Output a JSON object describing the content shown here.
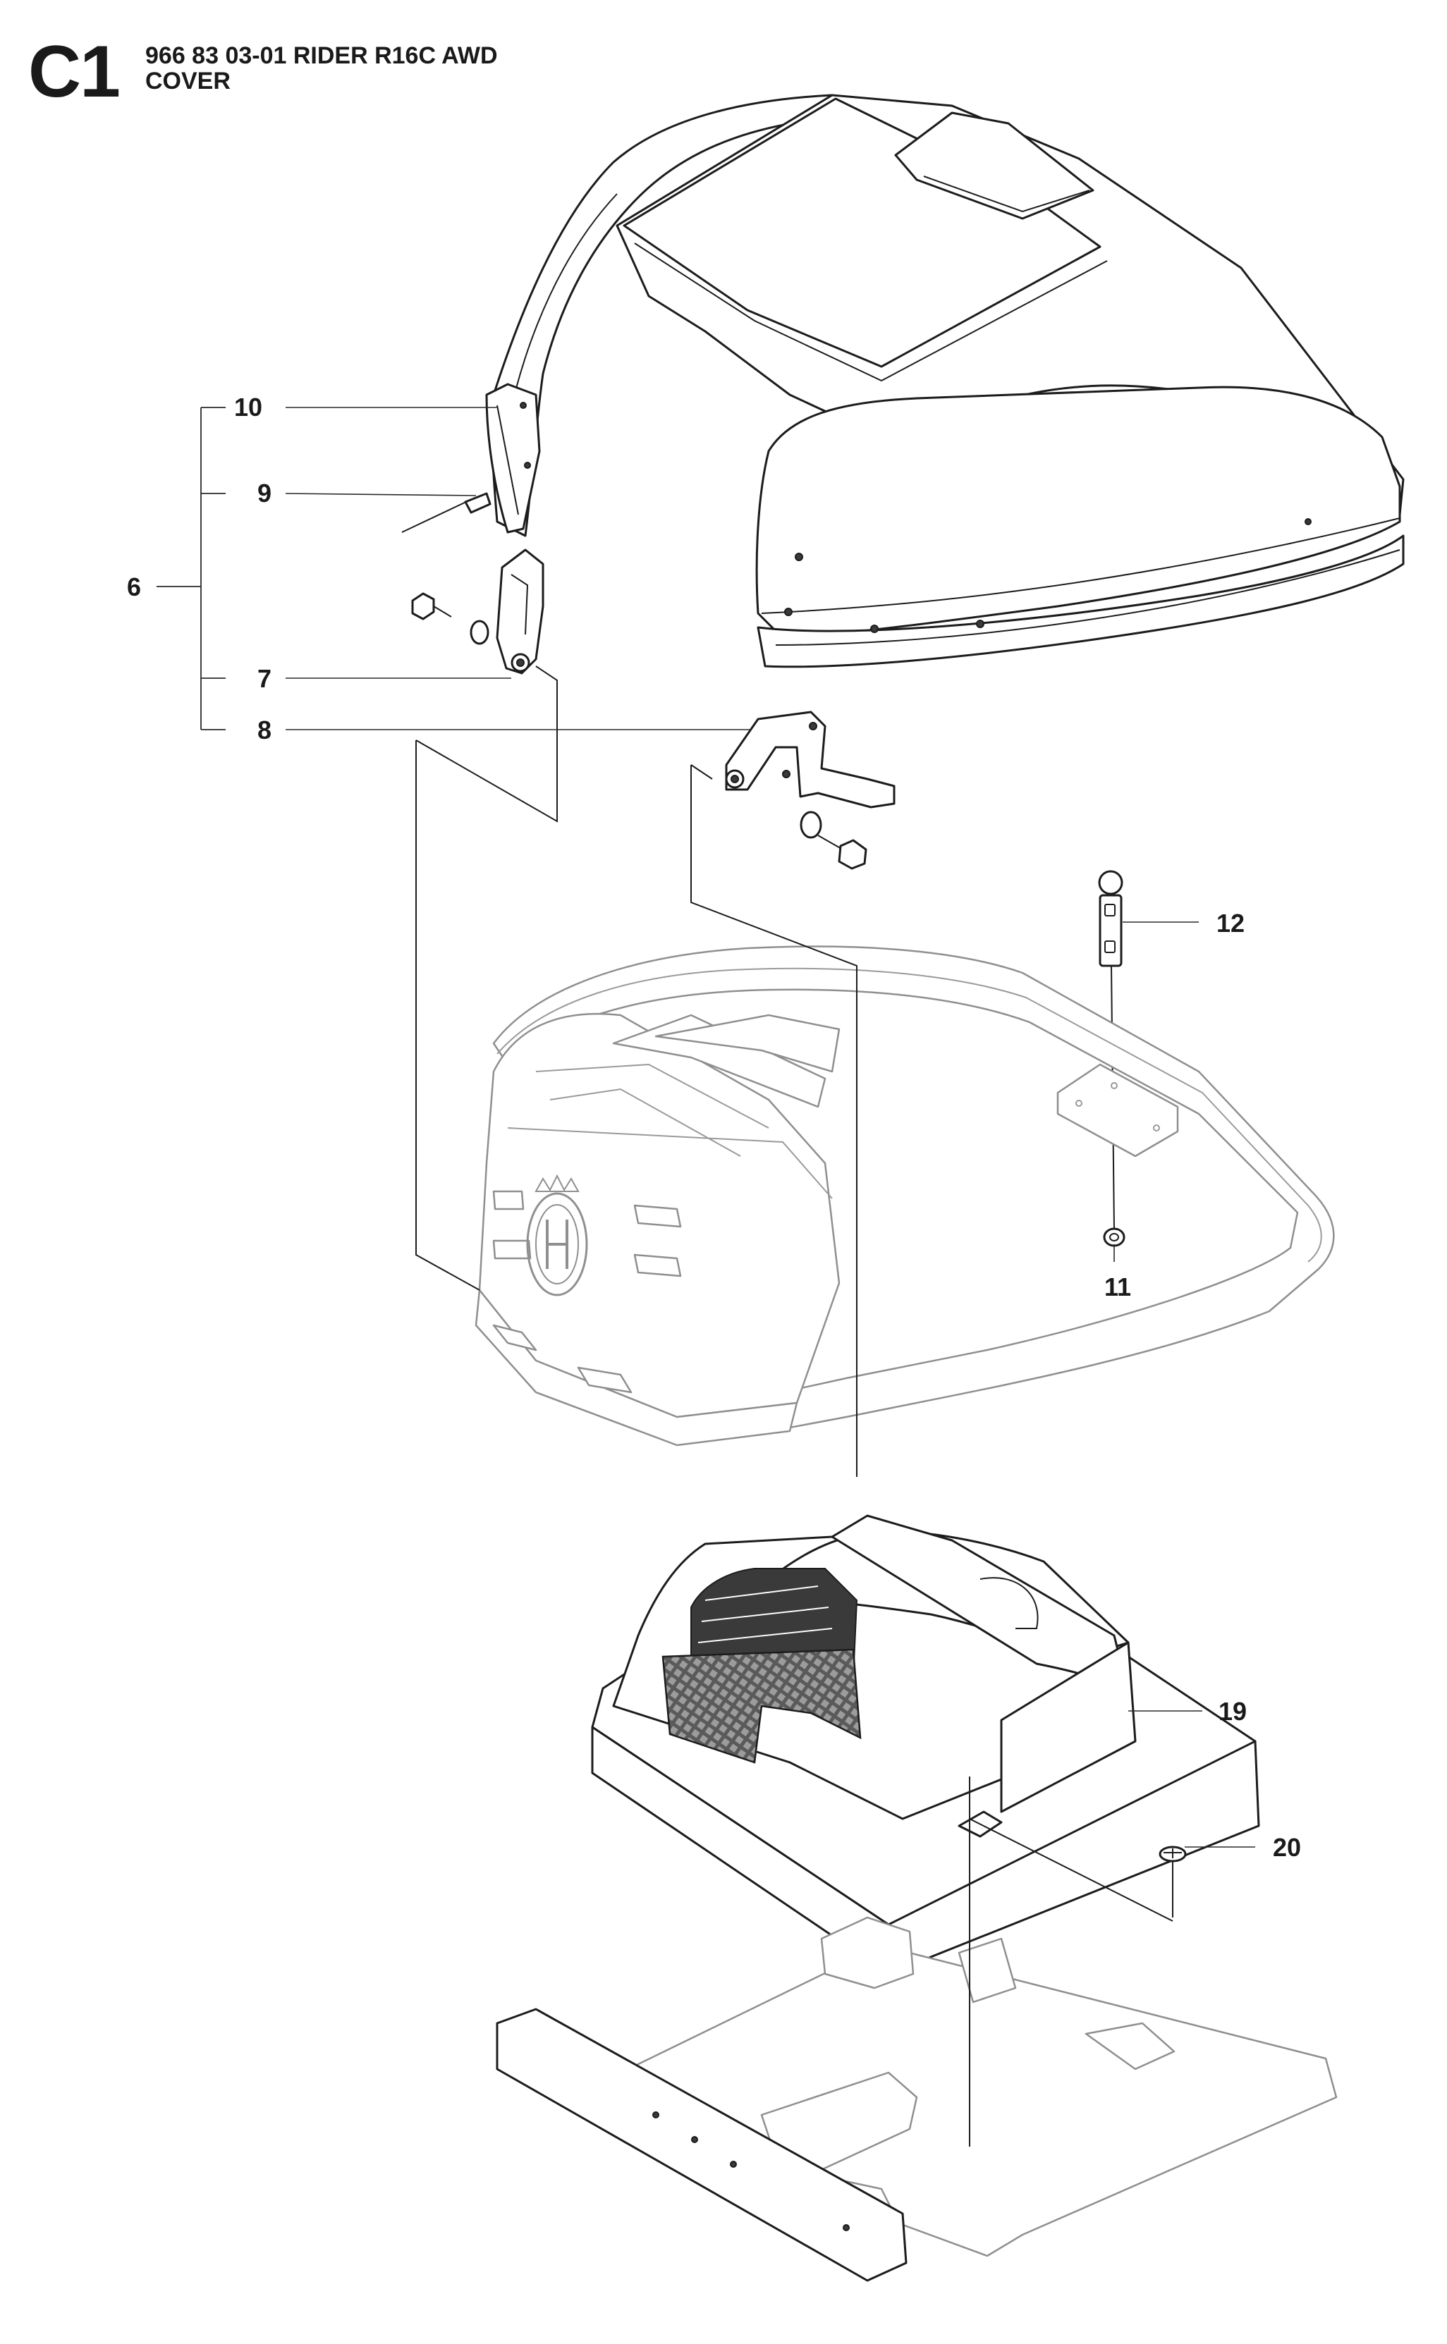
{
  "header": {
    "section_code": "C1",
    "model_line": "966 83 03-01 RIDER R16C AWD",
    "section_name": "COVER"
  },
  "callouts": [
    {
      "id": "c10",
      "text": "10"
    },
    {
      "id": "c9",
      "text": "9"
    },
    {
      "id": "c6",
      "text": "6"
    },
    {
      "id": "c7",
      "text": "7"
    },
    {
      "id": "c8",
      "text": "8"
    },
    {
      "id": "c12",
      "text": "12"
    },
    {
      "id": "c11",
      "text": "11"
    },
    {
      "id": "c19",
      "text": "19"
    },
    {
      "id": "c20",
      "text": "20"
    }
  ],
  "brand_icon": "husqvarna-crown-logo-icon"
}
